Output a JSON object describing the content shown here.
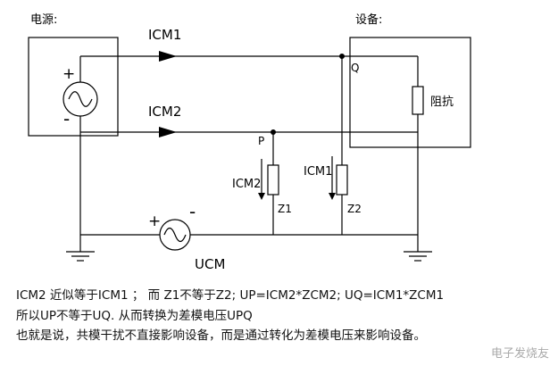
{
  "labels": {
    "source": "电源:",
    "device": "设备:",
    "resistor": "阻抗",
    "icm1_top": "ICM1",
    "icm2_top": "ICM2",
    "icm2_branch": "ICM2",
    "icm1_branch": "ICM1",
    "point_p": "P",
    "point_q": "Q",
    "z1": "Z1",
    "z2": "Z2",
    "ucm": "UCM",
    "plus_source": "+",
    "minus_source": "-",
    "plus_noise": "+",
    "minus_noise": "-"
  },
  "caption": {
    "line1": "ICM2 近似等于ICM1 ； 而 Z1不等于Z2;  UP=ICM2*ZCM2;  UQ=ICM1*ZCM1",
    "line2": "所以UP不等于UQ. 从而转换为差模电压UPQ",
    "line3": "也就是说，共模干扰不直接影响设备，而是通过转化为差模电压来影响设备。"
  },
  "watermark": "电子发烧友",
  "colors": {
    "line": "#000000",
    "box_fill": "#ffffff"
  },
  "icons": {
    "ac_source": "ac-source-icon",
    "ground": "ground-icon",
    "arrow": "arrow-icon"
  }
}
